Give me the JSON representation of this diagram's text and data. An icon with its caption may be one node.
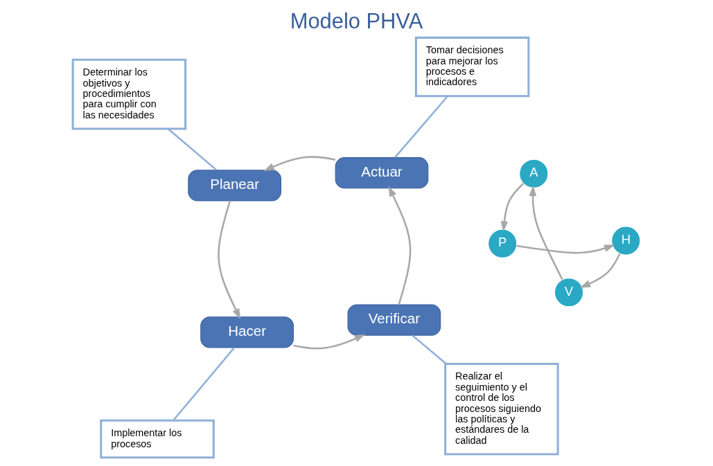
{
  "diagram": {
    "title": "Modelo PHVA",
    "nodes": [
      {
        "text": [
          "Planear"
        ]
      },
      {
        "text": [
          "Hacer"
        ]
      },
      {
        "text": [
          "Verificar"
        ]
      },
      {
        "text": [
          "Actuar"
        ]
      },
      {
        "text": [
          "P"
        ]
      },
      {
        "text": [
          "H"
        ]
      },
      {
        "text": [
          "V"
        ]
      },
      {
        "text": [
          "A"
        ]
      },
      {
        "text": [
          "Tomar decisiones para mejorar los procesos e indicadores"
        ]
      },
      {
        "text": [
          "Determinar los objetivos y procedimientos para cumplir con las necesidades"
        ]
      },
      {
        "text": [
          "Implementar los procesos"
        ]
      },
      {
        "text": [
          "Realizar el seguimiento y el control de los procesos siguiendo las políticas y estándares de la calidad"
        ]
      }
    ],
    "edges": [
      {
        "from": 0,
        "to": 1,
        "arrow": "to"
      },
      {
        "from": 1,
        "to": 2,
        "arrow": "to"
      },
      {
        "from": 2,
        "to": 3,
        "arrow": "to"
      },
      {
        "from": 3,
        "to": 0,
        "arrow": "to"
      },
      {
        "from": 4,
        "to": 5,
        "arrow": "to"
      },
      {
        "from": 5,
        "to": 6,
        "arrow": "to"
      },
      {
        "from": 6,
        "to": 7,
        "arrow": "to"
      },
      {
        "from": 7,
        "to": 4,
        "arrow": "to"
      },
      {
        "from": 8,
        "to": 3,
        "arrow": "none",
        "color": "#8fb0d8"
      },
      {
        "from": 9,
        "to": 0,
        "arrow": "none",
        "color": "#8fb0d8"
      },
      {
        "from": 10,
        "to": 1,
        "arrow": "none",
        "color": "#8fb0d8"
      },
      {
        "from": 11,
        "to": 2,
        "arrow": "none",
        "color": "#8fb0d8"
      }
    ]
  }
}
